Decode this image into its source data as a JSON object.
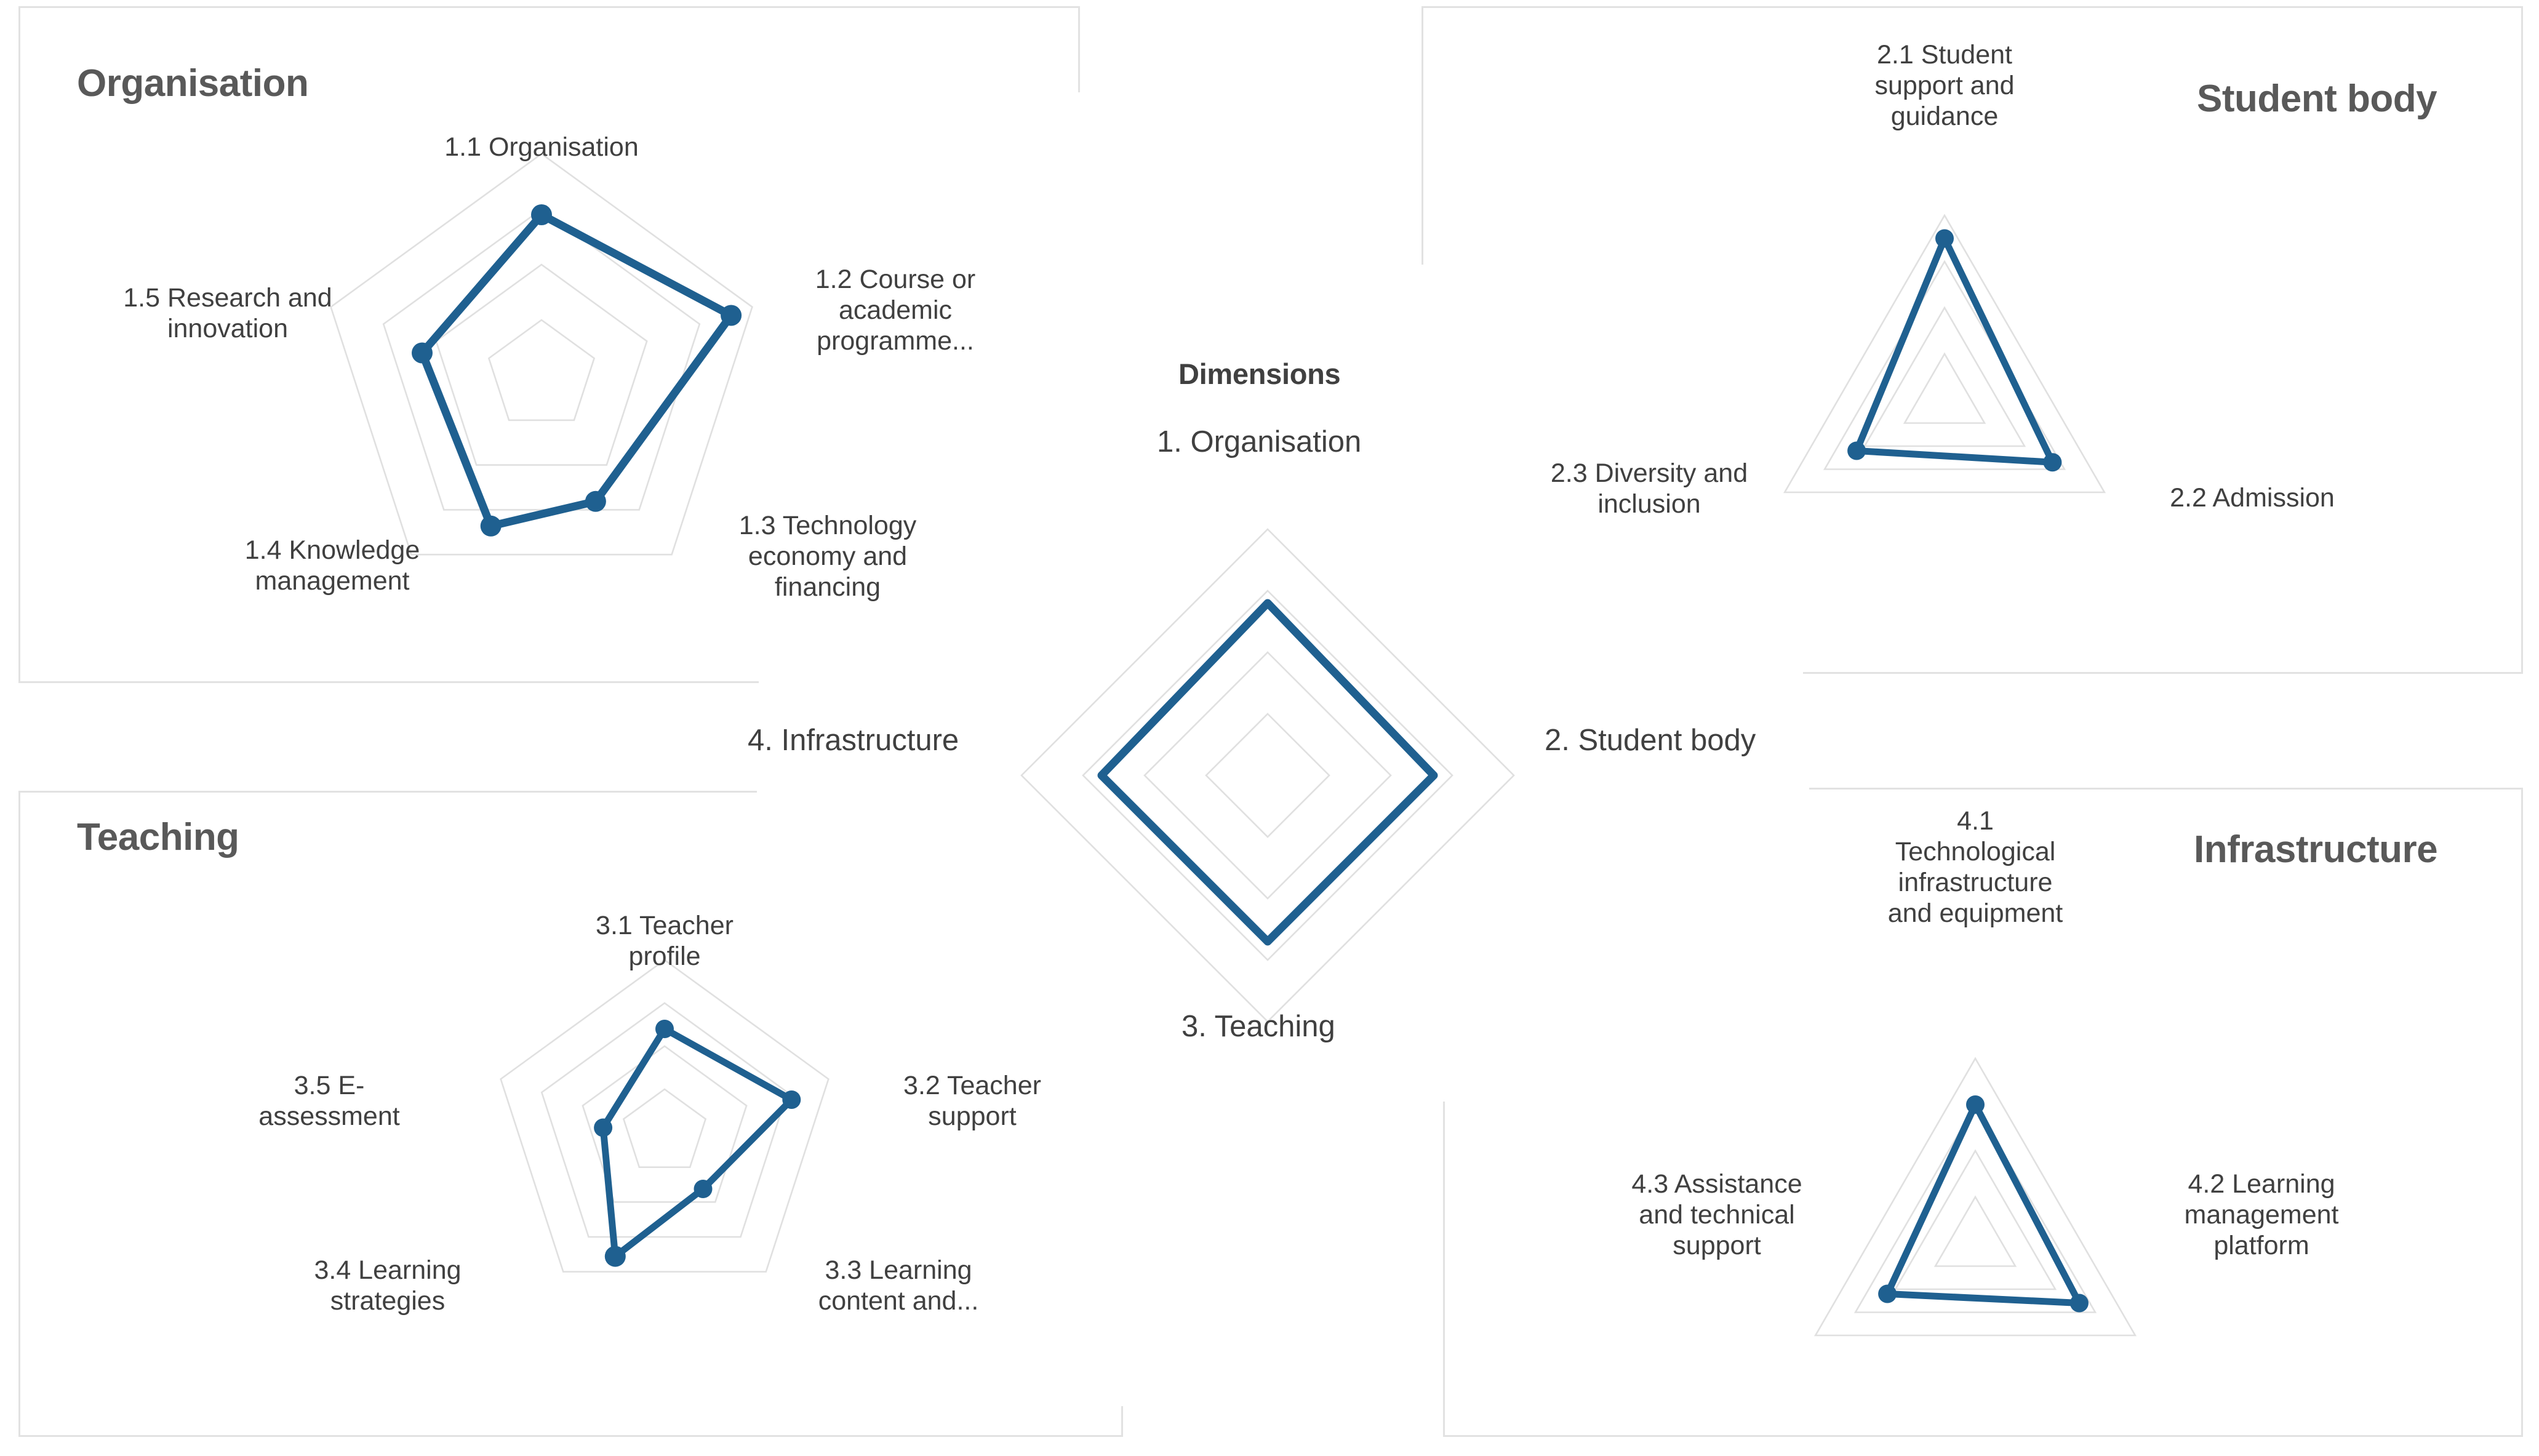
{
  "colors": {
    "accent": "#1F6090",
    "grid": "#e0e0e0",
    "title": "#595959",
    "label": "#404040",
    "panel_border": "#e2e2e2"
  },
  "center": {
    "title": "Dimensions",
    "labels": {
      "top": "1. Organisation",
      "right": "2. Student body",
      "bottom": "3. Teaching",
      "left": "4. Infrastructure"
    }
  },
  "panels": [
    {
      "id": "organisation",
      "title": "Organisation"
    },
    {
      "id": "student-body",
      "title": "Student body"
    },
    {
      "id": "teaching",
      "title": "Teaching"
    },
    {
      "id": "infrastructure",
      "title": "Infrastructure"
    }
  ],
  "chart_data": [
    {
      "id": "dimensions",
      "type": "radar",
      "title": "Dimensions",
      "categories": [
        "1. Organisation",
        "2. Student body",
        "3. Teaching",
        "4. Infrastructure"
      ],
      "values": [
        2.8,
        2.7,
        2.7,
        2.7
      ],
      "rmax": 4,
      "rings": 4,
      "grid": true,
      "markers": false,
      "legend": "none"
    },
    {
      "id": "organisation",
      "type": "radar",
      "title": "Organisation",
      "categories": [
        "1.1 Organisation",
        "1.2 Course or academic programme...",
        "1.3 Technology economy and financing",
        "1.4 Knowledge management",
        "1.5 Research and innovation"
      ],
      "values": [
        2.9,
        3.6,
        2.4,
        3.3,
        2.6
      ],
      "rmax": 4,
      "rings": 4,
      "grid": true,
      "markers": true,
      "legend": "none"
    },
    {
      "id": "student-body",
      "type": "radar",
      "title": "Student body",
      "categories": [
        "2.1 Student support and guidance",
        "2.2 Admission",
        "2.3 Diversity and inclusion"
      ],
      "values": [
        3.5,
        2.7,
        2.2
      ],
      "rmax": 4,
      "rings": 4,
      "grid": true,
      "markers": true,
      "legend": "none"
    },
    {
      "id": "teaching",
      "type": "radar",
      "title": "Teaching",
      "categories": [
        "3.1 Teacher profile",
        "3.2 Teacher support",
        "3.3 Learning content and...",
        "3.4 Learning strategies",
        "3.5 E-assessment"
      ],
      "values": [
        2.4,
        3.1,
        1.5,
        3.9,
        1.5
      ],
      "rmax": 4,
      "rings": 4,
      "grid": true,
      "markers": true,
      "legend": "none"
    },
    {
      "id": "infrastructure",
      "type": "radar",
      "title": "Infrastructure",
      "categories": [
        "4.1 Technological infrastructure and equipment",
        "4.2 Learning management platform",
        "4.3 Assistance and technical support"
      ],
      "values": [
        3.0,
        2.6,
        2.2
      ],
      "rmax": 4,
      "rings": 4,
      "grid": true,
      "markers": true,
      "legend": "none"
    }
  ],
  "axis_labels": {
    "organisation": [
      "1.1 Organisation",
      "1.2 Course or\nacademic\nprogramme...",
      "1.3 Technology\neconomy and\nfinancing",
      "1.4 Knowledge\nmanagement",
      "1.5 Research and\ninnovation"
    ],
    "student_body": [
      "2.1 Student\nsupport and\nguidance",
      "2.2 Admission",
      "2.3 Diversity and\ninclusion"
    ],
    "teaching": [
      "3.1 Teacher\nprofile",
      "3.2 Teacher\nsupport",
      "3.3 Learning\ncontent and...",
      "3.4 Learning\nstrategies",
      "3.5 E-\nassessment"
    ],
    "infrastructure": [
      "4.1\nTechnological\ninfrastructure\nand equipment",
      "4.2 Learning\nmanagement\nplatform",
      "4.3 Assistance\nand technical\nsupport"
    ]
  }
}
